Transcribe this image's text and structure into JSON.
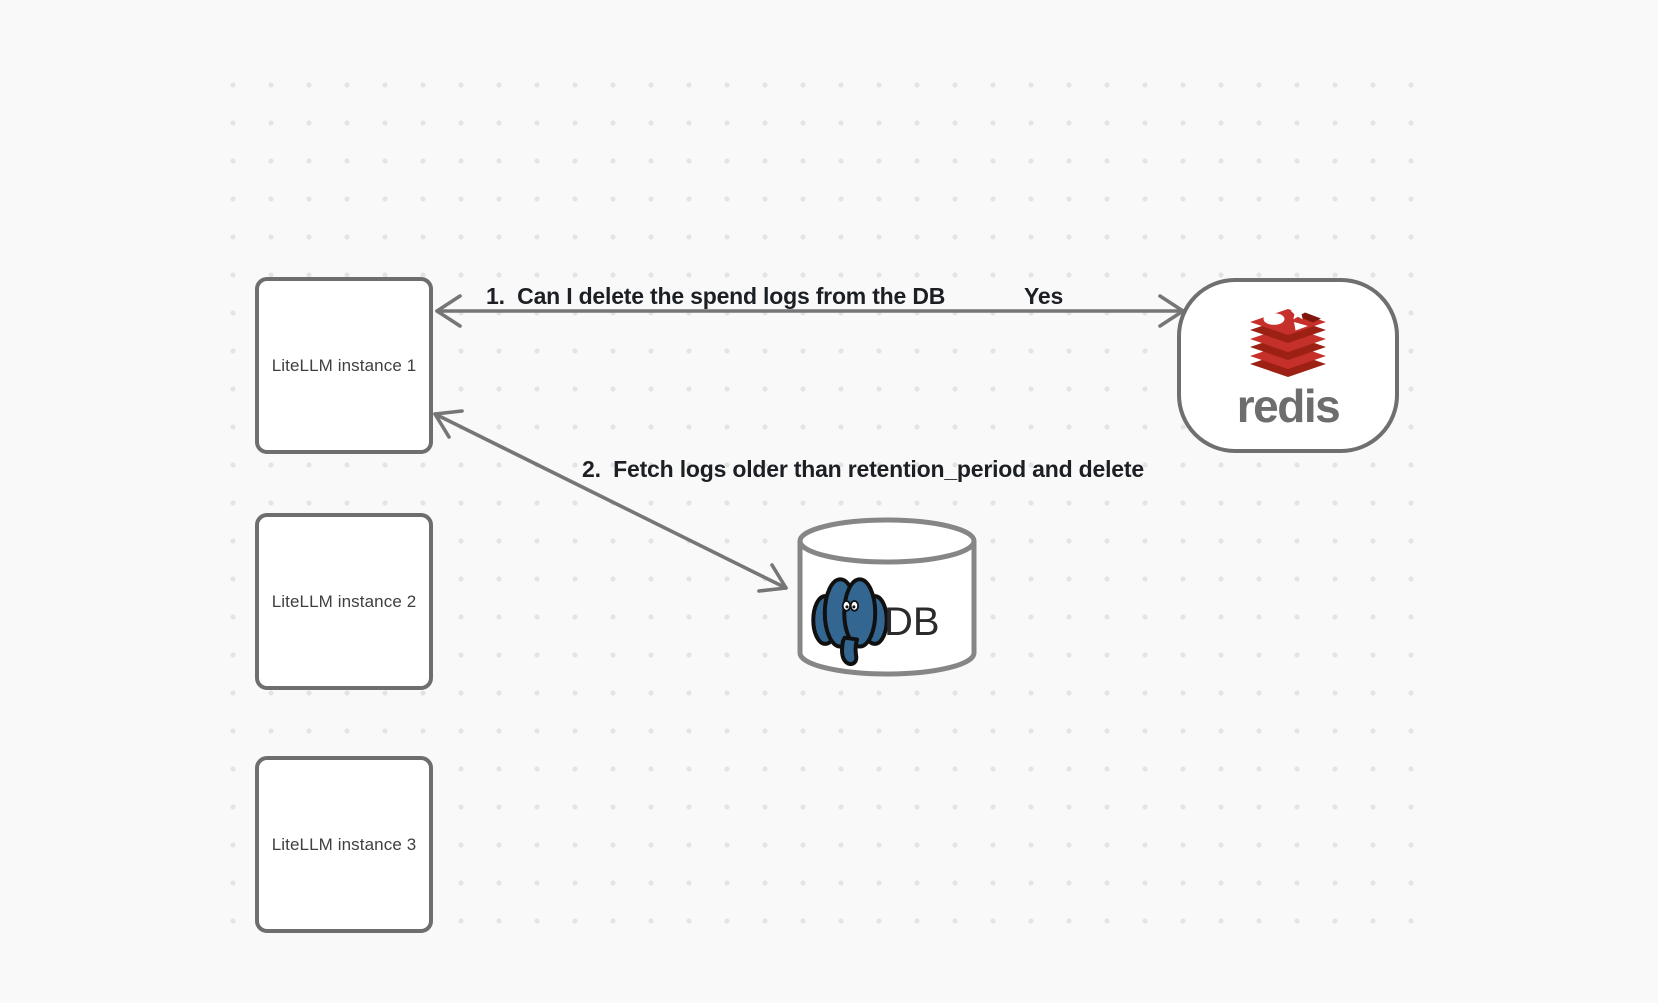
{
  "canvas": {
    "type": "diagram-canvas"
  },
  "nodes": {
    "litellm_instances": [
      {
        "label": "LiteLLM instance 1"
      },
      {
        "label": "LiteLLM instance 2"
      },
      {
        "label": "LiteLLM instance 3"
      }
    ],
    "redis": {
      "wordmark": "redis"
    },
    "database": {
      "label": "DB"
    }
  },
  "edges": {
    "redis_query": {
      "label": "1.  Can I delete the spend logs from the DB",
      "response": "Yes",
      "from": "LiteLLM instance 1",
      "to": "redis",
      "style": "double-headed-arrow"
    },
    "db_fetch": {
      "label": "2.  Fetch logs older than retention_period and delete",
      "from": "LiteLLM instance 1",
      "to": "DB",
      "style": "double-headed-arrow"
    }
  },
  "colors": {
    "background": "#f9f9f9",
    "grid_dots": "#e3e3e3",
    "shape_border": "#6e6e6e",
    "arrow": "#767676",
    "label_text": "#1c1f24",
    "redis_red": "#c6302b",
    "redis_red_dark": "#9c2114",
    "redis_wordmark_gray": "#6d6d6d",
    "postgres_blue": "#336791"
  }
}
